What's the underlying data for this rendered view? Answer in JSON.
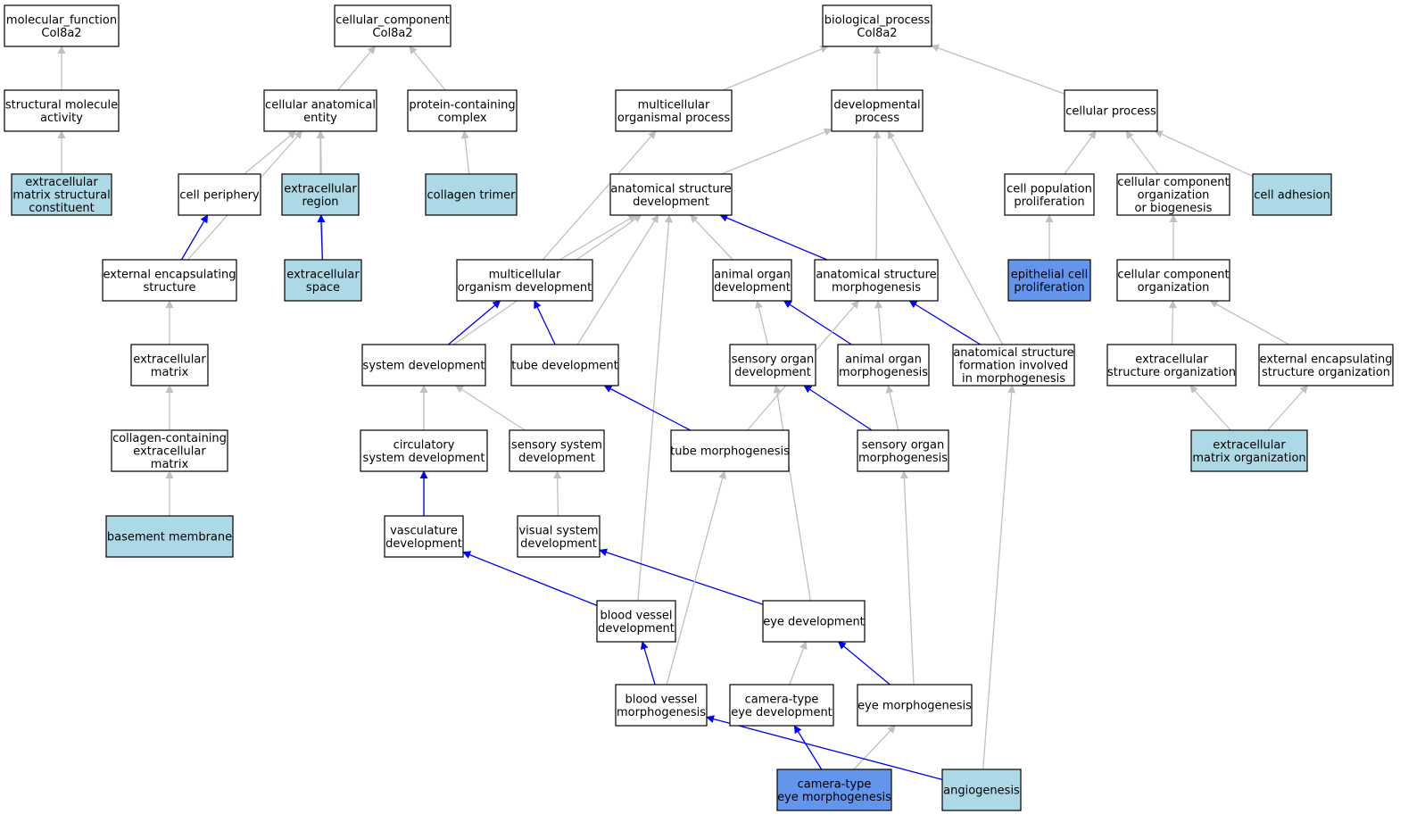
{
  "colors": {
    "plain": "#ffffff",
    "annotated": "#add8e6",
    "highlight": "#6495ed",
    "is_a_edge": "#c0c0c0",
    "part_of_edge": "#0000ff"
  },
  "nodes": [
    {
      "id": "mf",
      "lines": [
        "molecular_function",
        "Col8a2"
      ],
      "fill": "plain"
    },
    {
      "id": "smact",
      "lines": [
        "structural molecule",
        "activity"
      ],
      "fill": "plain"
    },
    {
      "id": "ecmsc",
      "lines": [
        "extracellular",
        "matrix structural",
        "constituent"
      ],
      "fill": "annotated"
    },
    {
      "id": "cc",
      "lines": [
        "cellular_component",
        "Col8a2"
      ],
      "fill": "plain"
    },
    {
      "id": "cae",
      "lines": [
        "cellular anatomical",
        "entity"
      ],
      "fill": "plain"
    },
    {
      "id": "pcc",
      "lines": [
        "protein-containing",
        "complex"
      ],
      "fill": "plain"
    },
    {
      "id": "cellper",
      "lines": [
        "cell periphery"
      ],
      "fill": "plain"
    },
    {
      "id": "ecreg",
      "lines": [
        "extracellular",
        "region"
      ],
      "fill": "annotated"
    },
    {
      "id": "coltri",
      "lines": [
        "collagen trimer"
      ],
      "fill": "annotated"
    },
    {
      "id": "ees",
      "lines": [
        "external encapsulating",
        "structure"
      ],
      "fill": "plain"
    },
    {
      "id": "ecspace",
      "lines": [
        "extracellular",
        "space"
      ],
      "fill": "annotated"
    },
    {
      "id": "ecm",
      "lines": [
        "extracellular",
        "matrix"
      ],
      "fill": "plain"
    },
    {
      "id": "cecm",
      "lines": [
        "collagen-containing",
        "extracellular",
        "matrix"
      ],
      "fill": "plain"
    },
    {
      "id": "bm",
      "lines": [
        "basement membrane"
      ],
      "fill": "annotated"
    },
    {
      "id": "bp",
      "lines": [
        "biological_process",
        "Col8a2"
      ],
      "fill": "plain"
    },
    {
      "id": "mop",
      "lines": [
        "multicellular",
        "organismal process"
      ],
      "fill": "plain"
    },
    {
      "id": "devp",
      "lines": [
        "developmental",
        "process"
      ],
      "fill": "plain"
    },
    {
      "id": "cellp",
      "lines": [
        "cellular process"
      ],
      "fill": "plain"
    },
    {
      "id": "asd",
      "lines": [
        "anatomical structure",
        "development"
      ],
      "fill": "plain"
    },
    {
      "id": "cpp",
      "lines": [
        "cell population",
        "proliferation"
      ],
      "fill": "plain"
    },
    {
      "id": "ccob",
      "lines": [
        "cellular component",
        "organization",
        "or biogenesis"
      ],
      "fill": "plain"
    },
    {
      "id": "celladh",
      "lines": [
        "cell adhesion"
      ],
      "fill": "annotated"
    },
    {
      "id": "mod",
      "lines": [
        "multicellular",
        "organism development"
      ],
      "fill": "plain"
    },
    {
      "id": "aod",
      "lines": [
        "animal organ",
        "development"
      ],
      "fill": "plain"
    },
    {
      "id": "asm",
      "lines": [
        "anatomical structure",
        "morphogenesis"
      ],
      "fill": "plain"
    },
    {
      "id": "epiprol",
      "lines": [
        "epithelial cell",
        "proliferation"
      ],
      "fill": "highlight"
    },
    {
      "id": "cco",
      "lines": [
        "cellular component",
        "organization"
      ],
      "fill": "plain"
    },
    {
      "id": "sysdev",
      "lines": [
        "system development"
      ],
      "fill": "plain"
    },
    {
      "id": "tubedev",
      "lines": [
        "tube development"
      ],
      "fill": "plain"
    },
    {
      "id": "sod",
      "lines": [
        "sensory organ",
        "development"
      ],
      "fill": "plain"
    },
    {
      "id": "aom",
      "lines": [
        "animal organ",
        "morphogenesis"
      ],
      "fill": "plain"
    },
    {
      "id": "asfim",
      "lines": [
        "anatomical structure",
        "formation involved",
        "in morphogenesis"
      ],
      "fill": "plain"
    },
    {
      "id": "eso",
      "lines": [
        "extracellular",
        "structure organization"
      ],
      "fill": "plain"
    },
    {
      "id": "eeso",
      "lines": [
        "external encapsulating",
        "structure organization"
      ],
      "fill": "plain"
    },
    {
      "id": "csd",
      "lines": [
        "circulatory",
        "system development"
      ],
      "fill": "plain"
    },
    {
      "id": "ssd",
      "lines": [
        "sensory system",
        "development"
      ],
      "fill": "plain"
    },
    {
      "id": "tubem",
      "lines": [
        "tube morphogenesis"
      ],
      "fill": "plain"
    },
    {
      "id": "som",
      "lines": [
        "sensory organ",
        "morphogenesis"
      ],
      "fill": "plain"
    },
    {
      "id": "ecmo",
      "lines": [
        "extracellular",
        "matrix organization"
      ],
      "fill": "annotated"
    },
    {
      "id": "vascdev",
      "lines": [
        "vasculature",
        "development"
      ],
      "fill": "plain"
    },
    {
      "id": "vsd",
      "lines": [
        "visual system",
        "development"
      ],
      "fill": "plain"
    },
    {
      "id": "bvd",
      "lines": [
        "blood vessel",
        "development"
      ],
      "fill": "plain"
    },
    {
      "id": "eyedev",
      "lines": [
        "eye development"
      ],
      "fill": "plain"
    },
    {
      "id": "bvm",
      "lines": [
        "blood vessel",
        "morphogenesis"
      ],
      "fill": "plain"
    },
    {
      "id": "cted",
      "lines": [
        "camera-type",
        "eye development"
      ],
      "fill": "plain"
    },
    {
      "id": "eyem",
      "lines": [
        "eye morphogenesis"
      ],
      "fill": "plain"
    },
    {
      "id": "ctem",
      "lines": [
        "camera-type",
        "eye morphogenesis"
      ],
      "fill": "highlight"
    },
    {
      "id": "angio",
      "lines": [
        "angiogenesis"
      ],
      "fill": "annotated"
    }
  ],
  "edges": [
    {
      "from": "smact",
      "to": "mf",
      "type": "is_a"
    },
    {
      "from": "ecmsc",
      "to": "smact",
      "type": "is_a"
    },
    {
      "from": "cae",
      "to": "cc",
      "type": "is_a"
    },
    {
      "from": "pcc",
      "to": "cc",
      "type": "is_a"
    },
    {
      "from": "cellper",
      "to": "cae",
      "type": "is_a"
    },
    {
      "from": "ecreg",
      "to": "cae",
      "type": "is_a"
    },
    {
      "from": "ees",
      "to": "cae",
      "type": "is_a"
    },
    {
      "from": "ecspace",
      "to": "cae",
      "type": "is_a"
    },
    {
      "from": "coltri",
      "to": "pcc",
      "type": "is_a"
    },
    {
      "from": "ees",
      "to": "cellper",
      "type": "part_of"
    },
    {
      "from": "ecspace",
      "to": "ecreg",
      "type": "part_of"
    },
    {
      "from": "ecm",
      "to": "ees",
      "type": "is_a"
    },
    {
      "from": "cecm",
      "to": "ecm",
      "type": "is_a"
    },
    {
      "from": "bm",
      "to": "cecm",
      "type": "is_a"
    },
    {
      "from": "mop",
      "to": "bp",
      "type": "is_a"
    },
    {
      "from": "devp",
      "to": "bp",
      "type": "is_a"
    },
    {
      "from": "cellp",
      "to": "bp",
      "type": "is_a"
    },
    {
      "from": "asd",
      "to": "devp",
      "type": "is_a"
    },
    {
      "from": "asm",
      "to": "devp",
      "type": "is_a"
    },
    {
      "from": "asfim",
      "to": "devp",
      "type": "is_a"
    },
    {
      "from": "mod",
      "to": "mop",
      "type": "is_a"
    },
    {
      "from": "cpp",
      "to": "cellp",
      "type": "is_a"
    },
    {
      "from": "ccob",
      "to": "cellp",
      "type": "is_a"
    },
    {
      "from": "celladh",
      "to": "cellp",
      "type": "is_a"
    },
    {
      "from": "mod",
      "to": "asd",
      "type": "is_a"
    },
    {
      "from": "aod",
      "to": "asd",
      "type": "is_a"
    },
    {
      "from": "asm",
      "to": "asd",
      "type": "part_of"
    },
    {
      "from": "sysdev",
      "to": "asd",
      "type": "is_a"
    },
    {
      "from": "tubedev",
      "to": "asd",
      "type": "is_a"
    },
    {
      "from": "bvd",
      "to": "asd",
      "type": "is_a"
    },
    {
      "from": "epiprol",
      "to": "cpp",
      "type": "is_a"
    },
    {
      "from": "cco",
      "to": "ccob",
      "type": "is_a"
    },
    {
      "from": "sysdev",
      "to": "mod",
      "type": "part_of"
    },
    {
      "from": "tubedev",
      "to": "mod",
      "type": "part_of"
    },
    {
      "from": "sod",
      "to": "aod",
      "type": "is_a"
    },
    {
      "from": "aom",
      "to": "aod",
      "type": "part_of"
    },
    {
      "from": "aom",
      "to": "asm",
      "type": "is_a"
    },
    {
      "from": "asfim",
      "to": "asm",
      "type": "part_of"
    },
    {
      "from": "tubem",
      "to": "asm",
      "type": "is_a"
    },
    {
      "from": "eso",
      "to": "cco",
      "type": "is_a"
    },
    {
      "from": "eeso",
      "to": "cco",
      "type": "is_a"
    },
    {
      "from": "csd",
      "to": "sysdev",
      "type": "is_a"
    },
    {
      "from": "ssd",
      "to": "sysdev",
      "type": "is_a"
    },
    {
      "from": "vascdev",
      "to": "sysdev",
      "type": "is_a"
    },
    {
      "from": "tubem",
      "to": "tubedev",
      "type": "part_of"
    },
    {
      "from": "som",
      "to": "sod",
      "type": "part_of"
    },
    {
      "from": "som",
      "to": "aom",
      "type": "is_a"
    },
    {
      "from": "ecmo",
      "to": "eso",
      "type": "is_a"
    },
    {
      "from": "ecmo",
      "to": "eeso",
      "type": "is_a"
    },
    {
      "from": "vascdev",
      "to": "csd",
      "type": "part_of"
    },
    {
      "from": "vsd",
      "to": "ssd",
      "type": "is_a"
    },
    {
      "from": "bvd",
      "to": "vascdev",
      "type": "part_of"
    },
    {
      "from": "eyedev",
      "to": "vsd",
      "type": "part_of"
    },
    {
      "from": "eyedev",
      "to": "sod",
      "type": "is_a"
    },
    {
      "from": "bvm",
      "to": "bvd",
      "type": "part_of"
    },
    {
      "from": "bvm",
      "to": "tubem",
      "type": "is_a"
    },
    {
      "from": "cted",
      "to": "eyedev",
      "type": "is_a"
    },
    {
      "from": "eyem",
      "to": "eyedev",
      "type": "part_of"
    },
    {
      "from": "eyem",
      "to": "som",
      "type": "is_a"
    },
    {
      "from": "ctem",
      "to": "cted",
      "type": "part_of"
    },
    {
      "from": "ctem",
      "to": "eyem",
      "type": "is_a"
    },
    {
      "from": "angio",
      "to": "bvm",
      "type": "part_of"
    },
    {
      "from": "angio",
      "to": "asfim",
      "type": "is_a"
    }
  ]
}
